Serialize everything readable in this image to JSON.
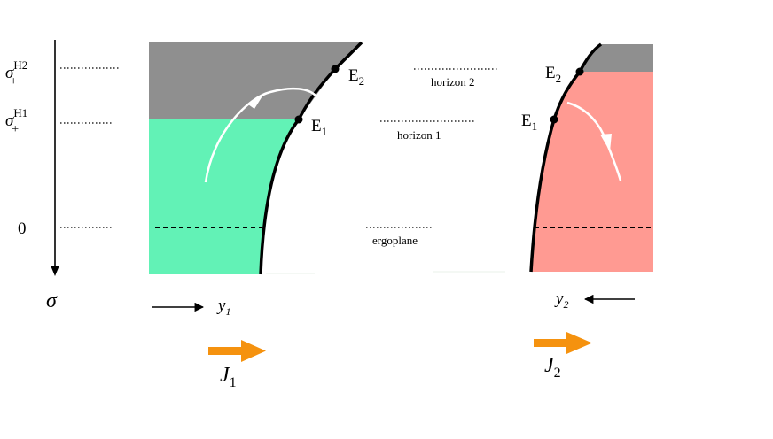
{
  "axis": {
    "ticks": [
      {
        "main": "σ",
        "sub": "+",
        "sup": "H2"
      },
      {
        "main": "σ",
        "sub": "+",
        "sup": "H1"
      },
      {
        "main": "0"
      }
    ],
    "label": "σ"
  },
  "levels": {
    "horizon2": "horizon 2",
    "horizon1": "horizon 1",
    "ergoplane": "ergoplane"
  },
  "left_panel": {
    "point_upper": {
      "main": "E",
      "sub": "2"
    },
    "point_lower": {
      "main": "E",
      "sub": "1"
    },
    "direction": {
      "main": "y",
      "sub": "1"
    },
    "current": {
      "main": "J",
      "sub": "1"
    }
  },
  "right_panel": {
    "point_upper": {
      "main": "E",
      "sub": "2"
    },
    "point_lower": {
      "main": "E",
      "sub": "1"
    },
    "direction": {
      "main": "y",
      "sub": "2"
    },
    "current": {
      "main": "J",
      "sub": "2"
    }
  },
  "colors": {
    "grey_region": "#8f8f8f",
    "green_region": "#62f2b6",
    "red_region": "#ff9a92",
    "arrow_orange": "#f5920f",
    "flow_arrow": "#ffffff"
  }
}
